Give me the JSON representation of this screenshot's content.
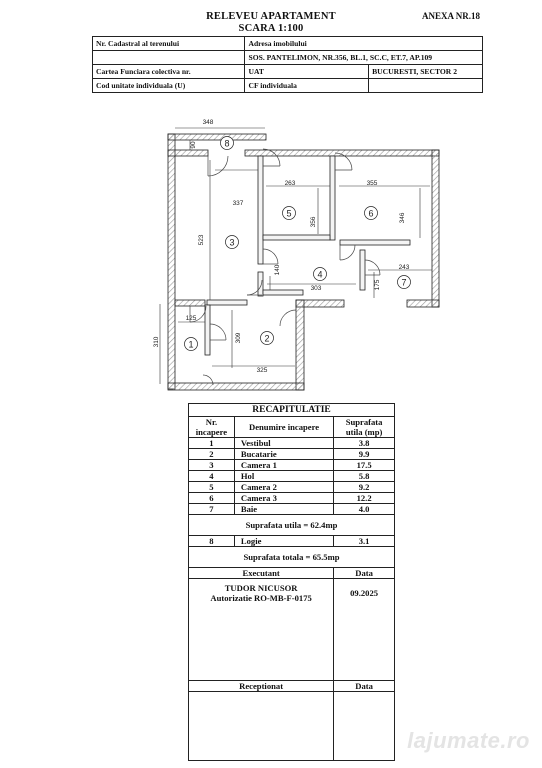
{
  "header": {
    "title": "RELEVEU APARTAMENT",
    "scale": "SCARA 1:100",
    "annex": "ANEXA NR.18"
  },
  "info": {
    "r1_left": "Nr. Cadastral al terenului",
    "r1_right": "Adresa imobilului",
    "r2_right": "SOS. PANTELIMON, NR.356, BL.1, SC.C, ET.7, AP.109",
    "r3_left": "Cartea Funciara colectiva nr.",
    "r3_mid": "UAT",
    "r3_right": "BUCURESTI, SECTOR 2",
    "r4_left": "Cod unitate individuala (U)",
    "r4_mid": "CF individuala"
  },
  "plan": {
    "dims": {
      "top_width": "348",
      "logia_depth": "90",
      "c1_depth": "337",
      "c1_height": "523",
      "c2_width": "263",
      "c2_height": "356",
      "c3_width": "355",
      "c3_height": "346",
      "hol_width": "303",
      "hol_height": "140",
      "baie_width": "243",
      "baie_height": "175",
      "vest_width": "125",
      "vest_height": "310",
      "buc_height": "309",
      "buc_width": "325"
    },
    "rooms": [
      "1",
      "2",
      "3",
      "4",
      "5",
      "6",
      "7",
      "8"
    ]
  },
  "recap": {
    "title": "RECAPITULATIE",
    "col_nr": "Nr.",
    "col_nr2": "incapere",
    "col_name": "Denumire incapere",
    "col_area": "Suprafata",
    "col_area2": "utila (mp)",
    "rows": [
      {
        "nr": "1",
        "name": "Vestibul",
        "area": "3.8"
      },
      {
        "nr": "2",
        "name": "Bucatarie",
        "area": "9.9"
      },
      {
        "nr": "3",
        "name": "Camera 1",
        "area": "17.5"
      },
      {
        "nr": "4",
        "name": "Hol",
        "area": "5.8"
      },
      {
        "nr": "5",
        "name": "Camera 2",
        "area": "9.2"
      },
      {
        "nr": "6",
        "name": "Camera 3",
        "area": "12.2"
      },
      {
        "nr": "7",
        "name": "Baie",
        "area": "4.0"
      }
    ],
    "total_util": "Suprafata utila = 62.4mp",
    "logie": {
      "nr": "8",
      "name": "Logie",
      "area": "3.1"
    },
    "total": "Suprafata totala = 65.5mp",
    "executant_label": "Executant",
    "data_label": "Data",
    "executant_name": "TUDOR NICUSOR",
    "executant_auth": "Autorizatie RO-MB-F-0175",
    "executant_date": "09.2025",
    "receptionat_label": "Receptionat",
    "data_label2": "Data"
  },
  "watermark": "lajumate.ro"
}
